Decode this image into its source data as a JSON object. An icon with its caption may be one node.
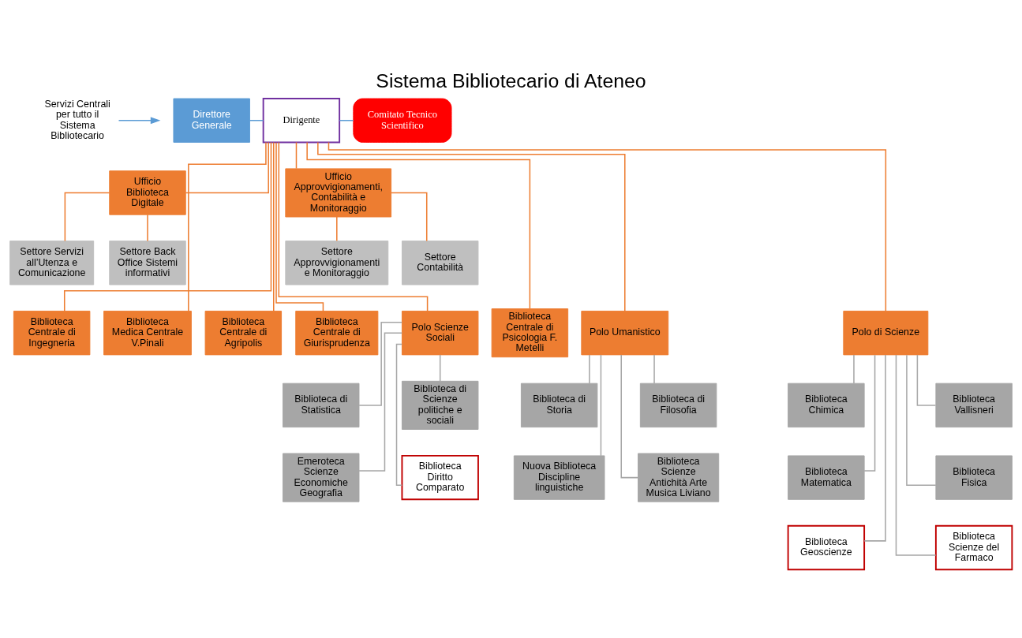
{
  "diagram": {
    "title": "Sistema Bibliotecario di Ateneo",
    "nodes": [
      {
        "text": [
          "Servizi Centrali per tutto il Sistema Bibliotecario"
        ]
      },
      {
        "text": [
          "Direttore Generale"
        ]
      },
      {
        "text": [
          "Dirigente"
        ]
      },
      {
        "text": [
          "Comitato Tecnico Scientifico"
        ]
      },
      {
        "text": [
          "Ufficio Biblioteca Digitale"
        ]
      },
      {
        "text": [
          "Ufficio Approvvigionamenti, Contabilità e Monitoraggio"
        ]
      },
      {
        "text": [
          "Settore Servizi all’Utenza e Comunicazione"
        ]
      },
      {
        "text": [
          "Settore Back Office Sistemi informativi"
        ]
      },
      {
        "text": [
          "Settore Approvvigionamenti e Monitoraggio"
        ]
      },
      {
        "text": [
          "Settore Contabilità"
        ]
      },
      {
        "text": [
          "Biblioteca Centrale di Ingegneria"
        ]
      },
      {
        "text": [
          "Biblioteca Centrale di Agripolis"
        ]
      },
      {
        "text": [
          "Biblioteca Medica Centrale V.Pinali"
        ]
      },
      {
        "text": [
          "Biblioteca Centrale di Psicologia F. Metelli"
        ]
      },
      {
        "text": [
          "Biblioteca Centrale di Giurisprudenza"
        ]
      },
      {
        "text": [
          "Polo Umanistico"
        ]
      },
      {
        "text": [
          "Polo Scienze Sociali"
        ]
      },
      {
        "text": [
          "Polo di Scienze"
        ]
      },
      {
        "text": [
          "Biblioteca di Filosofia"
        ]
      },
      {
        "text": [
          "Biblioteca di Storia"
        ]
      },
      {
        "text": [
          "Biblioteca Scienze Antichità Arte Musica Liviano"
        ]
      },
      {
        "text": [
          "Nuova Biblioteca Discipline linguistiche"
        ]
      },
      {
        "text": [
          "Biblioteca di Scienze politiche e sociali"
        ]
      },
      {
        "text": [
          "Biblioteca di Statistica"
        ]
      },
      {
        "text": [
          "Biblioteca Diritto Comparato"
        ]
      },
      {
        "text": [
          "Emeroteca Scienze Economiche Geografia"
        ]
      },
      {
        "text": [
          "Biblioteca Vallisneri"
        ]
      },
      {
        "text": [
          "Biblioteca Chimica"
        ]
      },
      {
        "text": [
          "Biblioteca Fisica"
        ]
      },
      {
        "text": [
          "Biblioteca Matematica"
        ]
      },
      {
        "text": [
          "Biblioteca Scienze del Farmaco"
        ]
      },
      {
        "text": [
          "Biblioteca Geoscienze"
        ]
      }
    ],
    "edges": [
      {
        "from": 0,
        "to": null,
        "arrow": "to",
        "color": "#5b9bd5"
      },
      {
        "from": 1,
        "to": 2,
        "arrow": "none",
        "color": "#5b9bd5"
      },
      {
        "from": 2,
        "to": 3,
        "arrow": "none",
        "color": "#5b9bd5"
      },
      {
        "from": 2,
        "to": 4,
        "arrow": "none"
      },
      {
        "from": 2,
        "to": 5,
        "arrow": "none"
      },
      {
        "from": 4,
        "to": 6,
        "arrow": "none"
      },
      {
        "from": 4,
        "to": 7,
        "arrow": "none"
      },
      {
        "from": 5,
        "to": 8,
        "arrow": "none"
      },
      {
        "from": 5,
        "to": 9,
        "arrow": "none"
      },
      {
        "from": 2,
        "to": 10,
        "arrow": "none"
      },
      {
        "from": 2,
        "to": 11,
        "arrow": "none"
      },
      {
        "from": 2,
        "to": 12,
        "arrow": "none"
      },
      {
        "from": 2,
        "to": 13,
        "arrow": "none"
      },
      {
        "from": 2,
        "to": 14,
        "arrow": "none"
      },
      {
        "from": 2,
        "to": 15,
        "arrow": "none"
      },
      {
        "from": 2,
        "to": 16,
        "arrow": "none"
      },
      {
        "from": 2,
        "to": 17,
        "arrow": "none"
      },
      {
        "from": 15,
        "to": 18,
        "arrow": "none",
        "color": "#a6a6a6"
      },
      {
        "from": 15,
        "to": 19,
        "arrow": "none",
        "color": "#a6a6a6"
      },
      {
        "from": 15,
        "to": 20,
        "arrow": "none",
        "color": "#a6a6a6"
      },
      {
        "from": 15,
        "to": 21,
        "arrow": "none",
        "color": "#a6a6a6"
      },
      {
        "from": 16,
        "to": 22,
        "arrow": "none",
        "color": "#a6a6a6"
      },
      {
        "from": 16,
        "to": 23,
        "arrow": "none",
        "color": "#a6a6a6"
      },
      {
        "from": 16,
        "to": 24,
        "arrow": "none",
        "color": "#a6a6a6"
      },
      {
        "from": 16,
        "to": 25,
        "arrow": "none",
        "color": "#a6a6a6"
      },
      {
        "from": 17,
        "to": 26,
        "arrow": "none",
        "color": "#a6a6a6"
      },
      {
        "from": 17,
        "to": 27,
        "arrow": "none",
        "color": "#a6a6a6"
      },
      {
        "from": 17,
        "to": 28,
        "arrow": "none",
        "color": "#a6a6a6"
      },
      {
        "from": 17,
        "to": 29,
        "arrow": "none",
        "color": "#a6a6a6"
      },
      {
        "from": 17,
        "to": 30,
        "arrow": "none",
        "color": "#a6a6a6"
      },
      {
        "from": 17,
        "to": 31,
        "arrow": "none",
        "color": "#a6a6a6"
      }
    ]
  }
}
